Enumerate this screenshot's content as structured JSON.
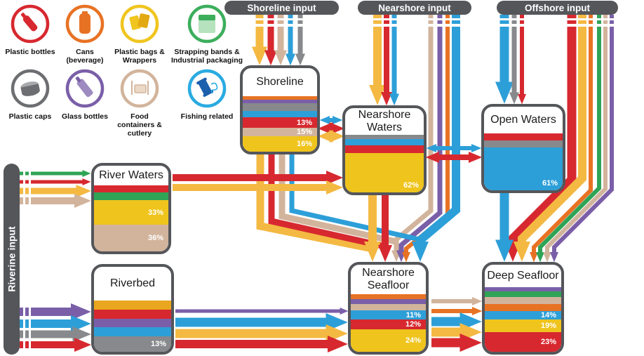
{
  "palette": {
    "red": "#D7282F",
    "orange": "#E87224",
    "gold": "#E9A61E",
    "yellow": "#EFC41C",
    "yellow_arrow": "#F4B942",
    "tan": "#D2B49C",
    "blue": "#2D9FD8",
    "gray": "#87898C",
    "dark": "#54565A",
    "purple": "#7A5FA8",
    "green": "#2FA456"
  },
  "headers": {
    "shoreline": "Shoreline input",
    "nearshore": "Nearshore input",
    "offshore": "Offshore input",
    "riverine": "Riverine input"
  },
  "legend": {
    "items": [
      {
        "icon": "plastic-bottle-icon",
        "label": "Plastic bottles",
        "color": "#D7282F"
      },
      {
        "icon": "can-icon",
        "label": "Cans (beverage)",
        "color": "#E87224"
      },
      {
        "icon": "plastic-bag-icon",
        "label": "Plastic bags & Wrappers",
        "color": "#F0C51E"
      },
      {
        "icon": "strapping-icon",
        "label": "Strapping bands & Industrial packaging",
        "color": "#3CAE5C"
      },
      {
        "icon": "plastic-cap-icon",
        "label": "Plastic caps",
        "color": "#6D6E71"
      },
      {
        "icon": "glass-bottle-icon",
        "label": "Glass bottles",
        "color": "#7A5FA8"
      },
      {
        "icon": "food-container-icon",
        "label": "Food containers & cutlery",
        "color": "#D2B49C"
      },
      {
        "icon": "fishing-icon",
        "label": "Fishing related",
        "color": "#29ABE2"
      }
    ]
  },
  "boxes": [
    {
      "id": "shoreline",
      "title": "Shoreline",
      "bands": [
        {
          "color": "orange"
        },
        {
          "color": "purple"
        },
        {
          "color": "gray"
        },
        {
          "color": "blue"
        },
        {
          "color": "red",
          "label": "13%"
        },
        {
          "color": "tan",
          "label": "15%"
        },
        {
          "color": "yellow",
          "label": "16%"
        }
      ]
    },
    {
      "id": "nearshore-waters",
      "title": "Nearshore Waters",
      "bands": [
        {
          "color": "gray"
        },
        {
          "color": "blue"
        },
        {
          "color": "red"
        },
        {
          "color": "yellow",
          "label": "62%"
        }
      ]
    },
    {
      "id": "open-waters",
      "title": "Open Waters",
      "bands": [
        {
          "color": "red"
        },
        {
          "color": "gray"
        },
        {
          "color": "blue",
          "label": "61%"
        }
      ]
    },
    {
      "id": "river-waters",
      "title": "River Waters",
      "bands": [
        {
          "color": "red"
        },
        {
          "color": "green"
        },
        {
          "color": "yellow",
          "label": "33%"
        },
        {
          "color": "tan",
          "label": "36%"
        }
      ]
    },
    {
      "id": "riverbed",
      "title": "Riverbed",
      "bands": [
        {
          "color": "gold"
        },
        {
          "color": "red"
        },
        {
          "color": "purple"
        },
        {
          "color": "blue"
        },
        {
          "color": "gray",
          "label": "13%"
        }
      ]
    },
    {
      "id": "nearshore-seafloor",
      "title": "Nearshore Seafloor",
      "bands": [
        {
          "color": "orange"
        },
        {
          "color": "purple"
        },
        {
          "color": "tan"
        },
        {
          "color": "blue",
          "label": "11%"
        },
        {
          "color": "red",
          "label": "12%"
        },
        {
          "color": "yellow",
          "label": "24%"
        }
      ]
    },
    {
      "id": "deep-seafloor",
      "title": "Deep Seafloor",
      "bands": [
        {
          "color": "purple"
        },
        {
          "color": "green"
        },
        {
          "color": "tan"
        },
        {
          "color": "orange"
        },
        {
          "color": "blue",
          "label": "14%"
        },
        {
          "color": "yellow",
          "label": "19%"
        },
        {
          "color": "red",
          "label": "23%"
        }
      ]
    }
  ],
  "flows": [
    {
      "from": "Shoreline input",
      "to": "Shoreline",
      "colors": [
        "yellow",
        "red",
        "tan",
        "blue",
        "gray"
      ]
    },
    {
      "from": "Nearshore input",
      "to": "Nearshore Waters",
      "colors": [
        "yellow",
        "red",
        "blue"
      ]
    },
    {
      "from": "Nearshore input",
      "to": "Nearshore Seafloor",
      "colors": [
        "tan",
        "purple",
        "orange",
        "blue"
      ]
    },
    {
      "from": "Offshore input",
      "to": "Open Waters",
      "colors": [
        "blue",
        "gray",
        "red"
      ]
    },
    {
      "from": "Offshore input",
      "to": "Deep Seafloor",
      "colors": [
        "red",
        "yellow",
        "orange",
        "green",
        "tan",
        "purple"
      ]
    },
    {
      "from": "Riverine input",
      "to": "River Waters",
      "colors": [
        "green",
        "red",
        "yellow",
        "tan"
      ]
    },
    {
      "from": "Riverine input",
      "to": "Riverbed",
      "colors": [
        "purple",
        "blue",
        "gray",
        "red"
      ]
    },
    {
      "from": "River Waters",
      "to": "Nearshore Waters",
      "colors": [
        "red",
        "yellow"
      ]
    },
    {
      "from": "Shoreline",
      "to": "Nearshore Waters",
      "colors": [
        "blue",
        "red",
        "yellow"
      ],
      "bidirectional": true
    },
    {
      "from": "Shoreline",
      "to": "Nearshore Seafloor",
      "colors": [
        "yellow",
        "red",
        "tan",
        "blue"
      ]
    },
    {
      "from": "Nearshore Waters",
      "to": "Open Waters",
      "colors": [
        "blue",
        "red"
      ],
      "bidirectional": true
    },
    {
      "from": "Nearshore Waters",
      "to": "Nearshore Seafloor",
      "colors": [
        "yellow",
        "red"
      ]
    },
    {
      "from": "Open Waters",
      "to": "Deep Seafloor",
      "colors": [
        "blue"
      ]
    },
    {
      "from": "Riverbed",
      "to": "Nearshore Seafloor",
      "colors": [
        "purple",
        "blue",
        "yellow",
        "red"
      ]
    },
    {
      "from": "Nearshore Seafloor",
      "to": "Deep Seafloor",
      "colors": [
        "tan",
        "orange",
        "blue",
        "yellow",
        "red"
      ]
    }
  ]
}
